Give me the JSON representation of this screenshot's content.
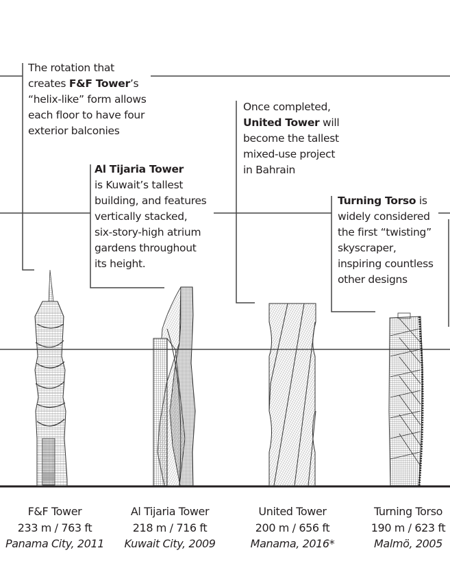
{
  "title": "Twisting skyscrapers comparison",
  "colors": {
    "ink": "#231f20",
    "line": "#444444",
    "hatch": "#555555",
    "shade": "#9a9a9a"
  },
  "callouts": [
    {
      "id": "ff",
      "lines": [
        [
          {
            "t": "The rotation that"
          }
        ],
        [
          {
            "t": "creates "
          },
          {
            "t": "F&F Tower",
            "b": true
          },
          {
            "t": "’s"
          }
        ],
        [
          {
            "t": "“helix-like” form allows"
          }
        ],
        [
          {
            "t": "each floor to have four"
          }
        ],
        [
          {
            "t": "exterior balconies"
          }
        ]
      ]
    },
    {
      "id": "tijaria",
      "lines": [
        [
          {
            "t": "Al Tijaria Tower",
            "b": true
          }
        ],
        [
          {
            "t": "is Kuwait’s tallest"
          }
        ],
        [
          {
            "t": "building, and features"
          }
        ],
        [
          {
            "t": "vertically stacked,"
          }
        ],
        [
          {
            "t": "six-story-high atrium"
          }
        ],
        [
          {
            "t": "gardens throughout"
          }
        ],
        [
          {
            "t": "its height."
          }
        ]
      ]
    },
    {
      "id": "united",
      "lines": [
        [
          {
            "t": "Once completed,"
          }
        ],
        [
          {
            "t": "United Tower",
            "b": true
          },
          {
            "t": " will"
          }
        ],
        [
          {
            "t": "become the tallest"
          }
        ],
        [
          {
            "t": "mixed-use project"
          }
        ],
        [
          {
            "t": "in Bahrain"
          }
        ]
      ]
    },
    {
      "id": "torso",
      "lines": [
        [
          {
            "t": "Turning Torso",
            "b": true
          },
          {
            "t": " is"
          }
        ],
        [
          {
            "t": "widely considered"
          }
        ],
        [
          {
            "t": "the first “twisting”"
          }
        ],
        [
          {
            "t": "skyscraper,"
          }
        ],
        [
          {
            "t": "inspiring countless"
          }
        ],
        [
          {
            "t": "other designs"
          }
        ]
      ]
    }
  ],
  "towers": [
    {
      "name": "F&F Tower",
      "height": "233 m / 763 ft",
      "place": "Panama City, 2011",
      "height_m": 233
    },
    {
      "name": "Al Tijaria Tower",
      "height": "218 m / 716 ft",
      "place": "Kuwait City, 2009",
      "height_m": 218
    },
    {
      "name": "United Tower",
      "height": "200 m / 656 ft",
      "place": "Manama, 2016*",
      "height_m": 200
    },
    {
      "name": "Turning Torso",
      "height": "190 m / 623 ft",
      "place": "Malmö, 2005",
      "height_m": 190
    }
  ]
}
